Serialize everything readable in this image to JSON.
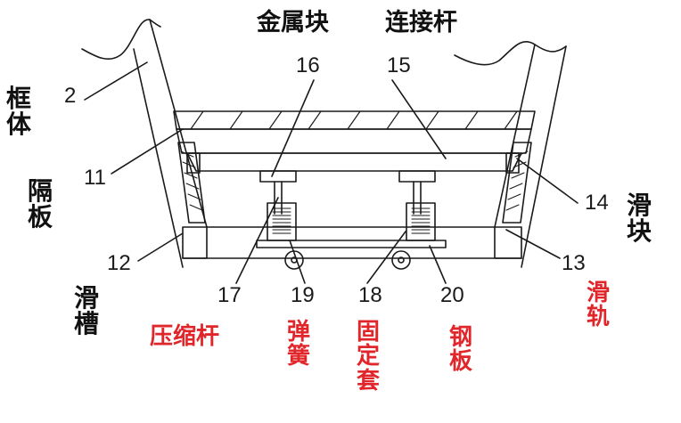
{
  "labels": {
    "jinshukuai": "金属块",
    "lianjiegan": "连接杆",
    "kuangti": "框体",
    "geban": "隔板",
    "huacao": "滑槽",
    "huakuai": "滑块",
    "yasuogan": "压缩杆",
    "tanhuang": "弹簧",
    "gudingtao": "固定套",
    "gangban": "钢板",
    "huagui": "滑轨"
  },
  "numbers": {
    "n2": "2",
    "n11": "11",
    "n12": "12",
    "n13": "13",
    "n14": "14",
    "n15": "15",
    "n16": "16",
    "n17": "17",
    "n18": "18",
    "n19": "19",
    "n20": "20"
  },
  "colors": {
    "line": "#1a1a1a",
    "label_black": "#111111",
    "label_red": "#e0262a",
    "background": "#ffffff"
  }
}
